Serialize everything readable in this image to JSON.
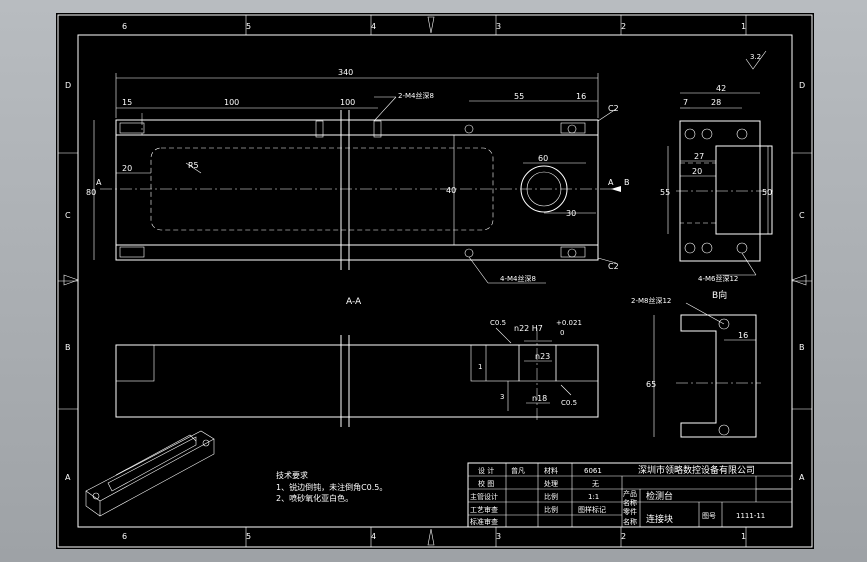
{
  "border": {
    "top_cols": [
      "6",
      "5",
      "4",
      "3",
      "2",
      "1"
    ],
    "bottom_cols": [
      "6",
      "5",
      "4",
      "3",
      "2",
      "1"
    ],
    "left_rows": [
      "D",
      "C",
      "B",
      "A"
    ],
    "right_rows": [
      "D",
      "C",
      "B",
      "A"
    ]
  },
  "roughness": "3.2",
  "front_view": {
    "dims": {
      "overall": "340",
      "d15": "15",
      "d100a": "100",
      "d100b": "100",
      "d55": "55",
      "d16": "16",
      "d20": "20",
      "r5": "R5",
      "d60": "60",
      "d30": "30",
      "d80": "80",
      "d40": "40"
    },
    "callouts": {
      "top_holes": "2-M4丝深8",
      "bottom_holes": "4-M4丝深8",
      "c2_top": "C2",
      "c2_bottom": "C2"
    },
    "section_marks": {
      "a_left": "A",
      "a_right": "A",
      "b": "B"
    }
  },
  "side_view": {
    "dims": {
      "d42": "42",
      "d7": "7",
      "d28": "28",
      "d27": "27",
      "d20": "20",
      "d55": "55",
      "d50": "50"
    },
    "callout": "4-M6丝深12"
  },
  "section_view": {
    "title": "A-A",
    "dims": {
      "bore": "n22 H7",
      "tol_upper": "+0.021",
      "tol_lower": "0",
      "n23": "n23",
      "n18": "n18",
      "c05a": "C0.5",
      "c05b": "C0.5",
      "d1": "1",
      "d3": "3"
    }
  },
  "bview": {
    "title": "B向",
    "callout": "2-M8丝深12",
    "dims": {
      "d16": "16",
      "d65": "65"
    }
  },
  "tech": {
    "title": "技术要求",
    "lines": [
      "1、锐边倒钝，未注倒角C0.5。",
      "2、喷砂氧化亚白色。"
    ]
  },
  "title_block": {
    "company": "深圳市领略数控设备有限公司",
    "rows": [
      {
        "label": "设 计",
        "name": "曾凡",
        "k2": "材料",
        "v2": "6061"
      },
      {
        "label": "校 图",
        "name": "",
        "k2": "处理",
        "v2": "无"
      },
      {
        "label": "主管设计",
        "name": "",
        "k2": "比例",
        "v2": "1:1"
      },
      {
        "label": "工艺审查",
        "name": "",
        "k2": "比例",
        "v2": "图样标记"
      },
      {
        "label": "标准审查",
        "name": "",
        "k2": "",
        "v2": ""
      }
    ],
    "part_name": "连接块",
    "product": "检测台",
    "partno_label": "图号",
    "partno": "1111-11",
    "mid1": "产品",
    "mid2": "名称",
    "mid3": "零件",
    "mid4": "名称"
  }
}
